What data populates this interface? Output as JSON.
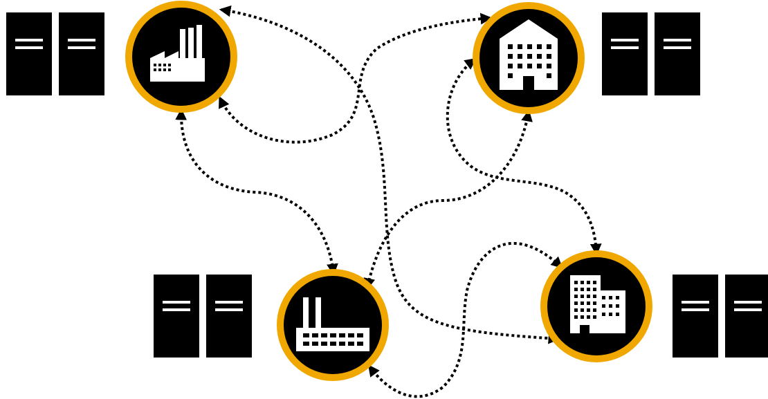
{
  "colors": {
    "background": "#ffffff",
    "ring": "#f0a800",
    "node_fill": "#000000",
    "icon": "#ffffff",
    "connector": "#000000"
  },
  "nodes": [
    {
      "id": "factory-top-left",
      "icon": "factory-icon",
      "server_rack": "server-rack-icon"
    },
    {
      "id": "office-top-right",
      "icon": "office-building-icon",
      "server_rack": "server-rack-icon"
    },
    {
      "id": "factory-bottom",
      "icon": "industrial-plant-icon",
      "server_rack": "server-rack-icon"
    },
    {
      "id": "building-bottom-right",
      "icon": "corporate-building-icon",
      "server_rack": "server-rack-icon"
    }
  ],
  "connections": [
    {
      "from": "factory-top-left",
      "to": "office-top-right",
      "style": "dotted",
      "arrows": "both"
    },
    {
      "from": "factory-top-left",
      "to": "building-bottom-right",
      "style": "dotted",
      "arrows": "both"
    },
    {
      "from": "factory-top-left",
      "to": "factory-bottom",
      "style": "dotted",
      "arrows": "both"
    },
    {
      "from": "office-top-right",
      "to": "factory-bottom",
      "style": "dotted",
      "arrows": "both"
    },
    {
      "from": "office-top-right",
      "to": "building-bottom-right",
      "style": "dotted",
      "arrows": "both"
    },
    {
      "from": "factory-bottom",
      "to": "building-bottom-right",
      "style": "dotted",
      "arrows": "both"
    }
  ]
}
